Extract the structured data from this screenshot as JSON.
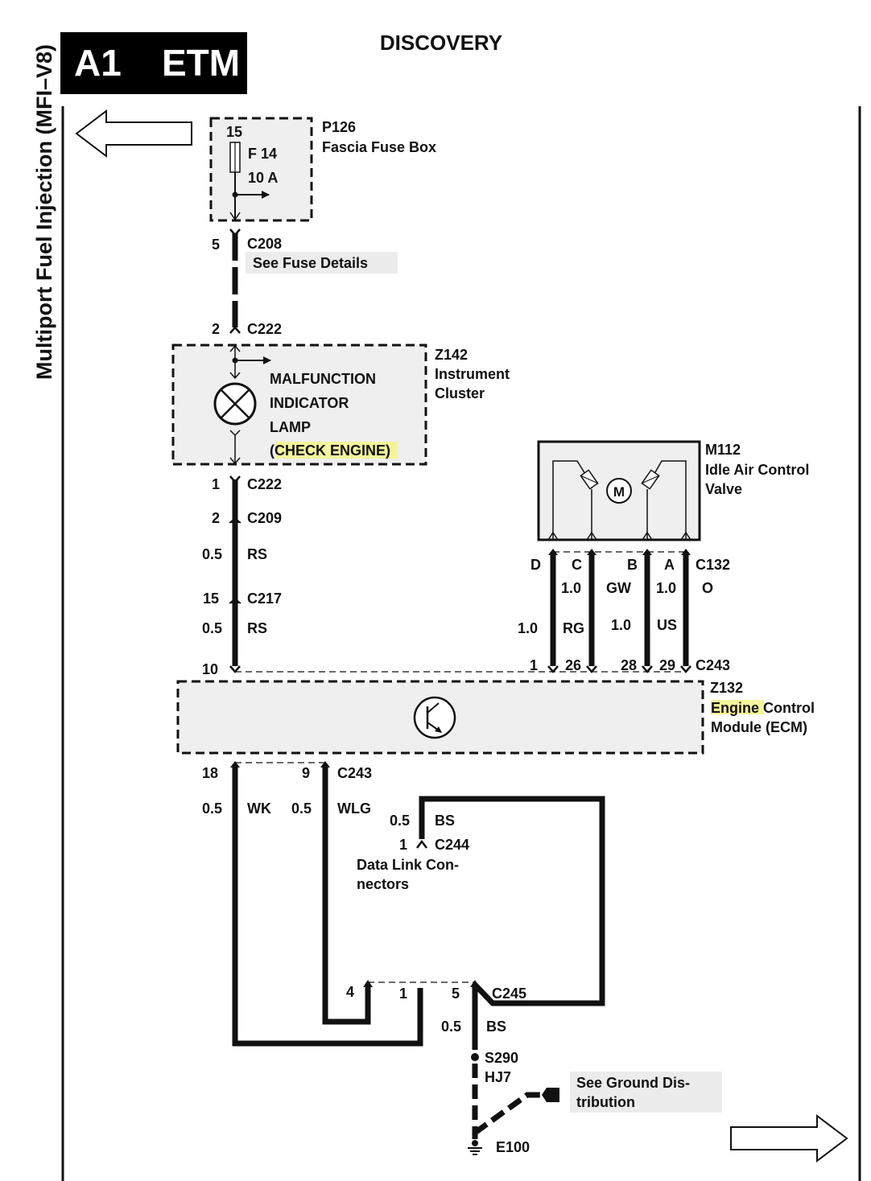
{
  "header": {
    "badge_code": "A1",
    "badge_title": "ETM",
    "vehicle": "DISCOVERY",
    "system_label": "Multiport Fuel Injection (MFI–V8)"
  },
  "fuse_box": {
    "id": "P126",
    "name": "Fascia Fuse Box",
    "pin": "15",
    "fuse_id": "F 14",
    "fuse_rating": "10 A"
  },
  "c208": {
    "pin": "5",
    "id": "C208",
    "note": "See Fuse Details"
  },
  "c222_top": {
    "pin": "2",
    "id": "C222"
  },
  "instrument_cluster": {
    "id": "Z142",
    "name_line1": "Instrument",
    "name_line2": "Cluster",
    "lamp_line1": "MALFUNCTION",
    "lamp_line2": "INDICATOR",
    "lamp_line3": "LAMP",
    "lamp_open": "(",
    "lamp_highlight": "CHECK ENGINE",
    "lamp_close": ")"
  },
  "c222_bottom": {
    "pin": "1",
    "id": "C222"
  },
  "c209": {
    "pin": "2",
    "id": "C209"
  },
  "wire_rs_1": {
    "size": "0.5",
    "color": "RS"
  },
  "c217": {
    "pin": "15",
    "id": "C217"
  },
  "wire_rs_2": {
    "size": "0.5",
    "color": "RS"
  },
  "iacv": {
    "id": "M112",
    "name_line1": "Idle Air Control",
    "name_line2": "Valve",
    "motor_symbol": "M"
  },
  "c132": {
    "id": "C132",
    "pins": [
      "D",
      "C",
      "B",
      "A"
    ],
    "wire_c": {
      "size": "1.0",
      "color": "GW"
    },
    "wire_a": {
      "size": "1.0",
      "color": "O"
    },
    "wire_d": {
      "size": "1.0",
      "color": "RG"
    },
    "wire_b": {
      "size": "1.0",
      "color": "US"
    }
  },
  "c243_top": {
    "id": "C243",
    "pins": [
      "10",
      "1",
      "26",
      "28",
      "29"
    ]
  },
  "ecm": {
    "id": "Z132",
    "name_highlight": "Engine",
    "name_rest": " Control",
    "name_line2": "Module (ECM)"
  },
  "c243_bottom": {
    "id": "C243",
    "pin_18": "18",
    "pin_9": "9"
  },
  "wire_wk": {
    "size": "0.5",
    "color": "WK"
  },
  "wire_wlg": {
    "size": "0.5",
    "color": "WLG"
  },
  "wire_bs_top": {
    "size": "0.5",
    "color": "BS"
  },
  "c244": {
    "pin": "1",
    "id": "C244"
  },
  "data_link": {
    "line1": "Data Link Con-",
    "line2": "nectors"
  },
  "c245": {
    "id": "C245",
    "pins": [
      "4",
      "1",
      "5"
    ]
  },
  "wire_bs_bottom": {
    "size": "0.5",
    "color": "BS"
  },
  "splice": {
    "id": "S290",
    "sub": "HJ7"
  },
  "ground_note": {
    "line1": "See Ground Dis-",
    "line2": "tribution"
  },
  "ground": {
    "id": "E100"
  },
  "colors": {
    "highlight": "#f3f59a",
    "box_fill": "#efefef",
    "note_fill": "#ececec",
    "ink": "#111111"
  }
}
